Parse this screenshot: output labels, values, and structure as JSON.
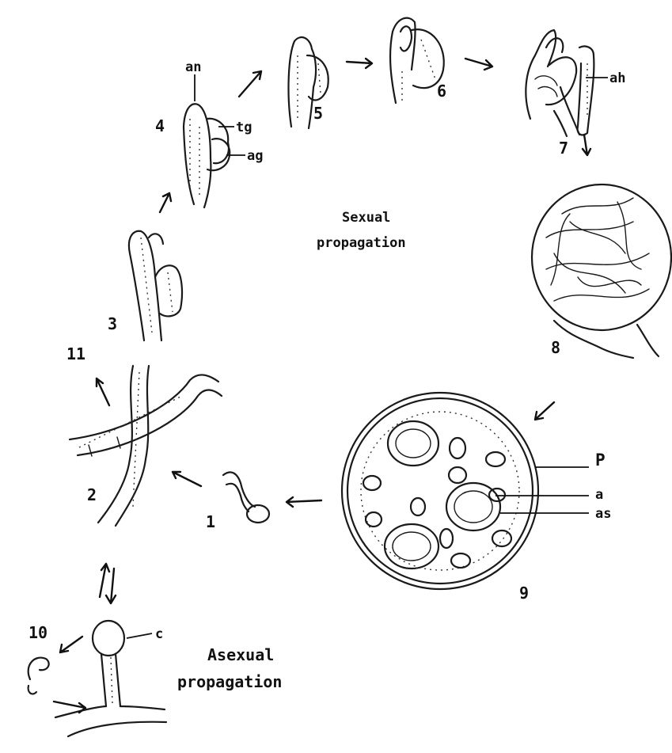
{
  "stages": {
    "s1": "1",
    "s2": "2",
    "s3": "3",
    "s4": "4",
    "s5": "5",
    "s6": "6",
    "s7": "7",
    "s8": "8",
    "s9": "9",
    "s10": "10",
    "s11": "11"
  },
  "labels": {
    "an": "an",
    "tg": "tg",
    "ag": "ag",
    "ah": "ah",
    "p": "P",
    "a": "a",
    "as": "as",
    "c": "c"
  },
  "headings": {
    "sexual_line1": "Sexual",
    "sexual_line2": "propagation",
    "asexual_line1": "Asexual",
    "asexual_line2": "propagation"
  }
}
